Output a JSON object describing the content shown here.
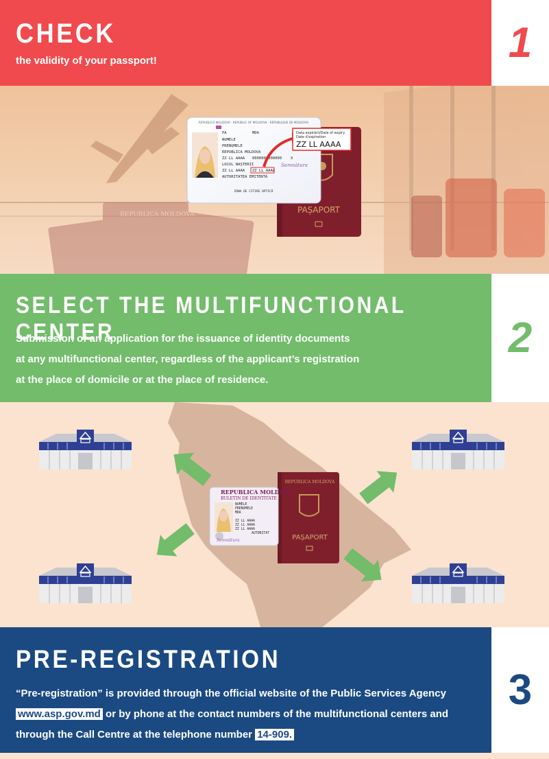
{
  "sections": [
    {
      "title": "CHECK",
      "text": "the validity of your passport!",
      "number": "1",
      "color": "#f04a4e"
    },
    {
      "title": "SELECT THE MULTIFUNCTIONAL CENTER",
      "lines": [
        "Submission of an application for the issuance of identity documents",
        "at any multifunctional center, regardless of the applicant’s registration",
        "at the place of domicile or at the place of residence."
      ],
      "number": "2",
      "color": "#72bc6b"
    },
    {
      "title": "PRE-REGISTRATION",
      "text_parts": [
        "“Pre-registration” is provided through the official website of the Public Services Agency ",
        "www.asp.gov.md",
        " or by phone at the contact numbers of the multifunctional centers and through the Call Centre at the telephone number ",
        "14-909."
      ],
      "number": "3",
      "color": "#1b4a82"
    }
  ],
  "id_card": {
    "country": "REPUBLICA MOLDOVA · REPUBLIC OF MOLDOVA · RÉPUBLIQUE DE MOLDOVA",
    "field_1": "PA",
    "field_2": "MDA",
    "surname": "NUMELE",
    "given_name": "PRENUMELE",
    "nationality": "REPUBLICA MOLDOVA",
    "birth_date": "ZZ LL AAAA",
    "personal_number": "0000000000000",
    "sex": "X",
    "birth_place": "LOCUL NAȘTERII",
    "issue_date": "ZZ LL AAAA",
    "expiry_date": "ZZ LL AAAA",
    "authority": "AUTORITATEA EMITENTĂ",
    "signature": "Semnătura",
    "mrz_zone": "ZONA DE CITIRE OPTICĂ"
  },
  "expiry_callout": {
    "label_1": "Data expirării/Date of expiry",
    "label_2": "Date d'expiration",
    "value": "ZZ LL AAAA"
  },
  "passport": {
    "label": "PAȘAPORT",
    "country": "REPUBLICA MOLDOVA"
  },
  "bg_passport_text": "REPUBLICA MOLDOVA",
  "id_card_2": {
    "country": "REPUBLICA MOLDOVA",
    "doc_type": "BULETIN DE IDENTITATE",
    "surname": "NUMELE",
    "given_name": "PRENUMELE",
    "nationality": "MDA",
    "birth_date": "ZZ LL AAAA",
    "issue_date": "ZZ LL AAAA",
    "expiry_date": "ZZ LL AAAA",
    "authority": "AUTORITAT",
    "signature": "Semnătura"
  }
}
